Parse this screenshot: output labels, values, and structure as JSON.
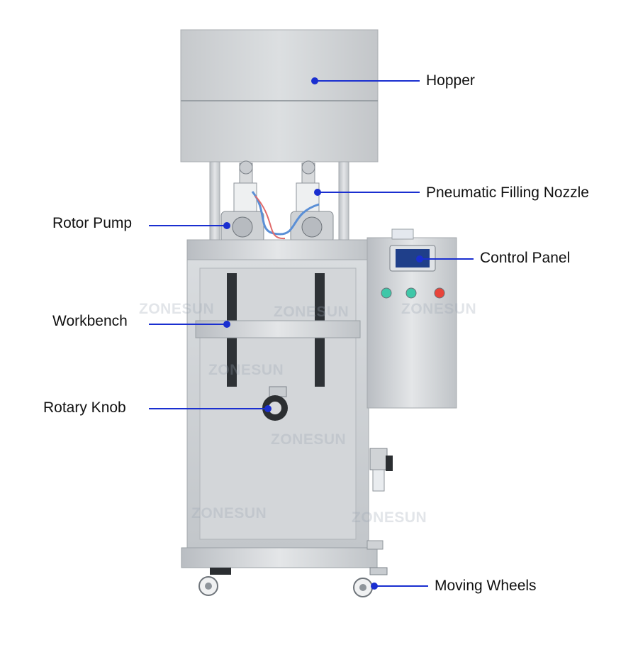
{
  "labels": {
    "hopper": "Hopper",
    "pneumatic_filling_nozzle": "Pneumatic Filling Nozzle",
    "rotor_pump": "Rotor Pump",
    "control_panel": "Control Panel",
    "workbench": "Workbench",
    "rotary_knob": "Rotary Knob",
    "moving_wheels": "Moving Wheels"
  },
  "watermark": "ZONESUN",
  "colors": {
    "callout": "#1a2fd0",
    "steel": "#cfd2d6",
    "steel_dark": "#9ea3a9",
    "indicator_green": "#3fc7a8",
    "indicator_red": "#e8443a"
  }
}
